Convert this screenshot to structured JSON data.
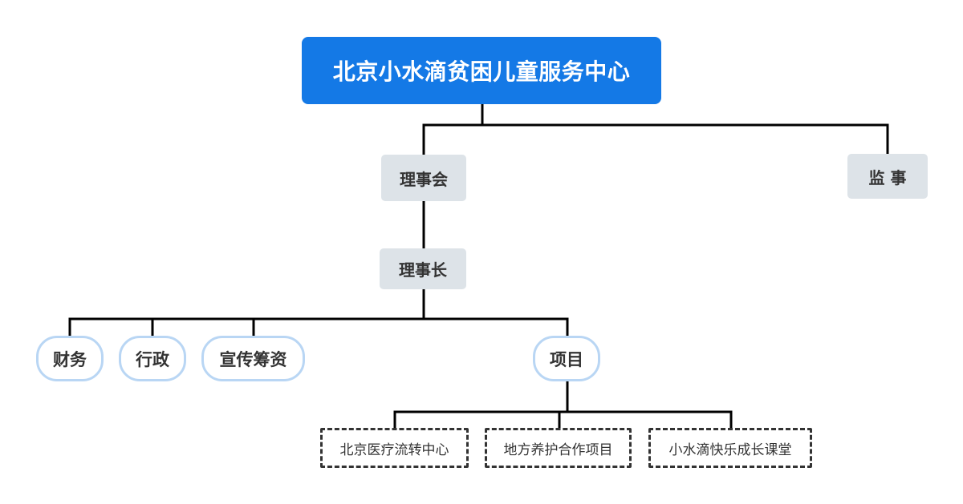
{
  "org": {
    "root": "北京小水滴贫困儿童服务中心",
    "board": "理事会",
    "supervisor": "监 事",
    "chairman": "理事长",
    "finance": "财务",
    "admin": "行政",
    "publicity": "宣传筹资",
    "projects": "项目",
    "project_items": [
      "北京医疗流转中心",
      "地方养护合作项目",
      "小水滴快乐成长课堂"
    ]
  },
  "colors": {
    "root_bg": "#1479e6",
    "gray_node_bg": "#dde3e8",
    "pill_border": "#b9d6f4",
    "line": "#000000"
  }
}
